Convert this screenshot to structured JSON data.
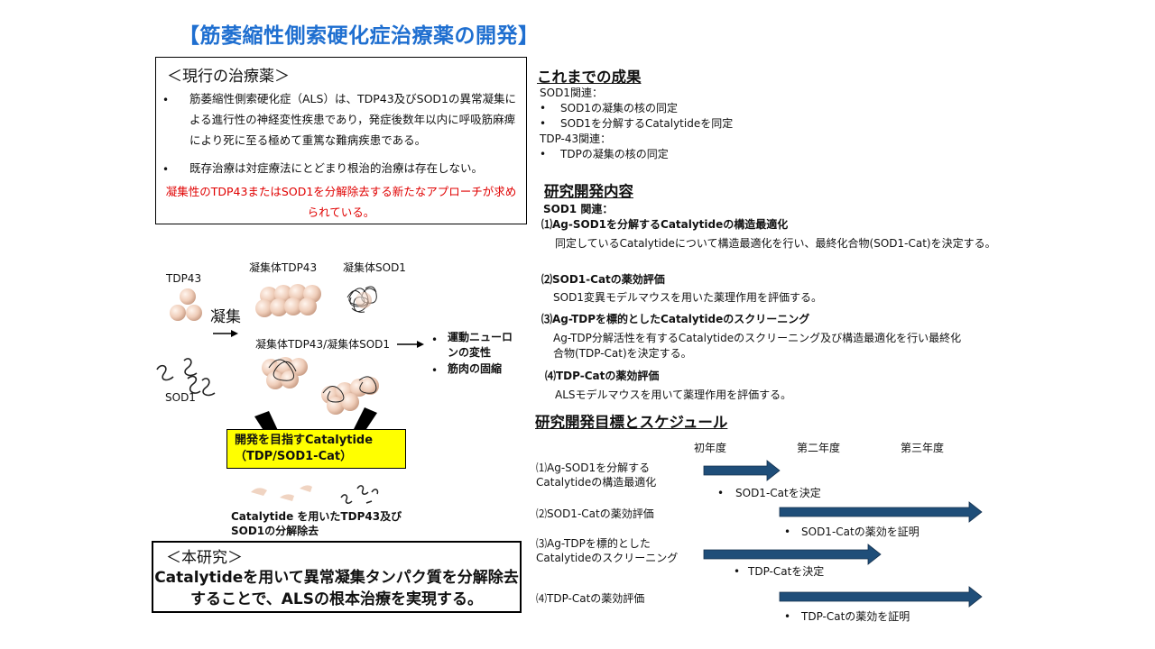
{
  "title": "【筋萎縮性側索硬化症治療薬の開発】",
  "current_treatment": {
    "heading": "＜現行の治療薬＞",
    "bullets": [
      "筋萎縮性側索硬化症（ALS）は、TDP43及びSOD1の異常凝集による進行性の神経変性疾患であり，発症後数年以内に呼吸筋麻痺により死に至る極めて重篤な難病疾患である。",
      "既存治療は対症療法にとどまり根治的治療は存在しない。"
    ],
    "highlight": "凝集性のTDP43またはSOD1を分解除去する新たなアプローチが求められている。"
  },
  "diagram": {
    "tdp43": "TDP43",
    "aggregation": "凝集",
    "agg_tdp43": "凝集体TDP43",
    "agg_sod1": "凝集体SOD1",
    "agg_both": "凝集体TDP43/凝集体SOD1",
    "sod1": "SOD1",
    "effects": [
      "運動ニューロンの変性",
      "筋肉の固縮"
    ],
    "catalytide_box": "開発を目指すCatalytide（TDP/SOD1-Cat）",
    "degradation_caption": "Catalytide を用いたTDP43及びSOD1の分解除去"
  },
  "this_study": {
    "heading": "＜本研究＞",
    "message": "Catalytideを用いて異常凝集タンパク質を分解除去することで、ALSの根本治療を実現する。"
  },
  "achievements": {
    "heading": "これまでの成果",
    "sod1_label": "SOD1関連：",
    "sod1_items": [
      "SOD1の凝集の核の同定",
      "SOD1を分解するCatalytideを同定"
    ],
    "tdp_label": "TDP-43関連：",
    "tdp_items": [
      "TDPの凝集の核の同定"
    ]
  },
  "research": {
    "heading": "研究開発内容",
    "sod1_label": "SOD1 関連：",
    "items": [
      {
        "title": "⑴Ag-SOD1を分解するCatalytideの構造最適化",
        "desc": "同定しているCatalytideについて構造最適化を行い、最終化合物(SOD1-Cat)を決定する。"
      },
      {
        "title": "⑵SOD1-Catの薬効評価",
        "desc": "SOD1変異モデルマウスを用いた薬理作用を評価する。"
      },
      {
        "title": "⑶Ag-TDPを標的としたCatalytideのスクリーニング",
        "desc": "Ag-TDP分解活性を有するCatalytideのスクリーニング及び構造最適化を行い最終化合物(TDP-Cat)を決定する。"
      },
      {
        "title": "⑷TDP-Catの薬効評価",
        "desc": "ALSモデルマウスを用いて薬理作用を評価する。"
      }
    ]
  },
  "schedule": {
    "heading": "研究開発目標とスケジュール",
    "years": [
      "初年度",
      "第二年度",
      "第三年度"
    ],
    "rows": [
      {
        "label": "⑴Ag-SOD1を分解するCatalytideの構造最適化",
        "milestone": "SOD1-Catを決定",
        "start_year": 0,
        "end_year": 0.75
      },
      {
        "label": "⑵SOD1-Catの薬効評価",
        "milestone": "SOD1-Catの薬効を証明",
        "start_year": 0.75,
        "end_year": 2.75
      },
      {
        "label": "⑶Ag-TDPを標的としたCatalytideのスクリーニング",
        "milestone": "TDP-Catを決定",
        "start_year": 0,
        "end_year": 1.75
      },
      {
        "label": "⑷TDP-Catの薬効評価",
        "milestone": "TDP-Catの薬効を証明",
        "start_year": 0.75,
        "end_year": 2.75
      }
    ],
    "arrow_color": "#1f4e79"
  }
}
